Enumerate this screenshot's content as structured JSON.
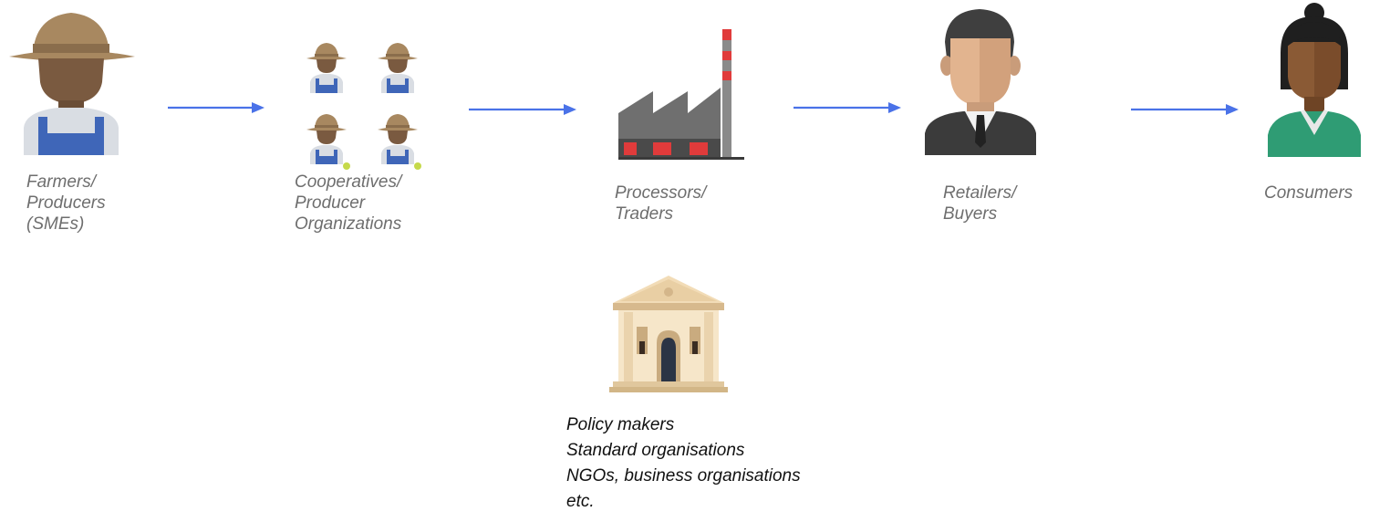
{
  "nodes": [
    {
      "id": "farmers",
      "label_lines": [
        "Farmers/",
        "Producers",
        "(SMEs)"
      ],
      "icon": "farmer-icon"
    },
    {
      "id": "cooperatives",
      "label_lines": [
        "Cooperatives/",
        "Producer",
        "Organizations"
      ],
      "icon": "farmer-group-icon"
    },
    {
      "id": "processors",
      "label_lines": [
        "Processors/",
        "Traders"
      ],
      "icon": "factory-icon"
    },
    {
      "id": "retailers",
      "label_lines": [
        "Retailers/",
        "Buyers"
      ],
      "icon": "businessman-icon"
    },
    {
      "id": "consumers",
      "label_lines": [
        "Consumers"
      ],
      "icon": "woman-consumer-icon"
    }
  ],
  "edges": [
    {
      "from": "farmers",
      "to": "cooperatives"
    },
    {
      "from": "cooperatives",
      "to": "processors"
    },
    {
      "from": "processors",
      "to": "retailers"
    },
    {
      "from": "retailers",
      "to": "consumers"
    }
  ],
  "support": {
    "icon": "government-building-icon",
    "lines": [
      "Policy makers",
      "Standard organisations",
      "NGOs, business organisations",
      "etc."
    ]
  },
  "colors": {
    "arrow": "#4a72e8",
    "label": "#6e6e6e",
    "support_text": "#111111"
  }
}
